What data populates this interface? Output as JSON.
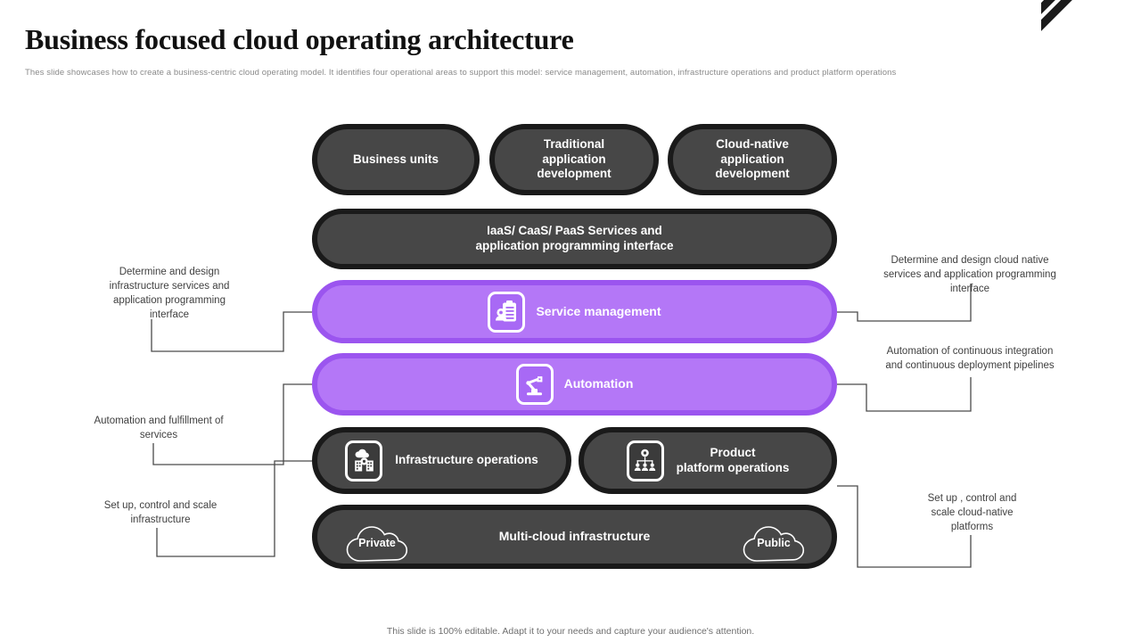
{
  "header": {
    "title": "Business focused cloud operating architecture",
    "subtitle": "Thes slide showcases how to create a business-centric cloud operating model. It identifies four operational areas to support this model:  service management, automation, infrastructure operations and product platform operations"
  },
  "colors": {
    "accent_purple": "#b477f7",
    "accent_purple_border": "#9b55ef",
    "dark_fill": "#474747",
    "dark_border": "#1a1a1a",
    "text_light": "#ffffff",
    "annotation_text": "#404040"
  },
  "diagram": {
    "top_row": [
      {
        "label": "Business units"
      },
      {
        "label": "Traditional\napplication\ndevelopment"
      },
      {
        "label": "Cloud-native\napplication\ndevelopment"
      }
    ],
    "services_row": {
      "label": "IaaS/ CaaS/ PaaS Services and\napplication programming interface"
    },
    "service_management": {
      "label": "Service management",
      "icon": "clipboard-gear-hand-icon"
    },
    "automation": {
      "label": "Automation",
      "icon": "robot-arm-icon"
    },
    "infrastructure_operations": {
      "label": "Infrastructure operations",
      "icon": "cloud-buildings-gear-icon"
    },
    "product_platform_operations": {
      "label": "Product\nplatform operations",
      "icon": "gear-org-chart-icon"
    },
    "multicloud": {
      "label": "Multi-cloud infrastructure",
      "private_label": "Private",
      "public_label": "Public",
      "private_icon": "cloud-icon",
      "public_icon": "cloud-icon"
    }
  },
  "annotations": {
    "left": [
      "Determine and design infrastructure services and application programming interface",
      "Automation and fulfillment of services",
      "Set up, control and scale infrastructure"
    ],
    "right": [
      "Determine and design cloud native services and application programming interface",
      "Automation of continuous integration and continuous deployment pipelines",
      "Set up , control and scale cloud-native platforms"
    ]
  },
  "footer": {
    "note": "This slide is 100% editable. Adapt it to your needs and capture your audience's attention."
  }
}
